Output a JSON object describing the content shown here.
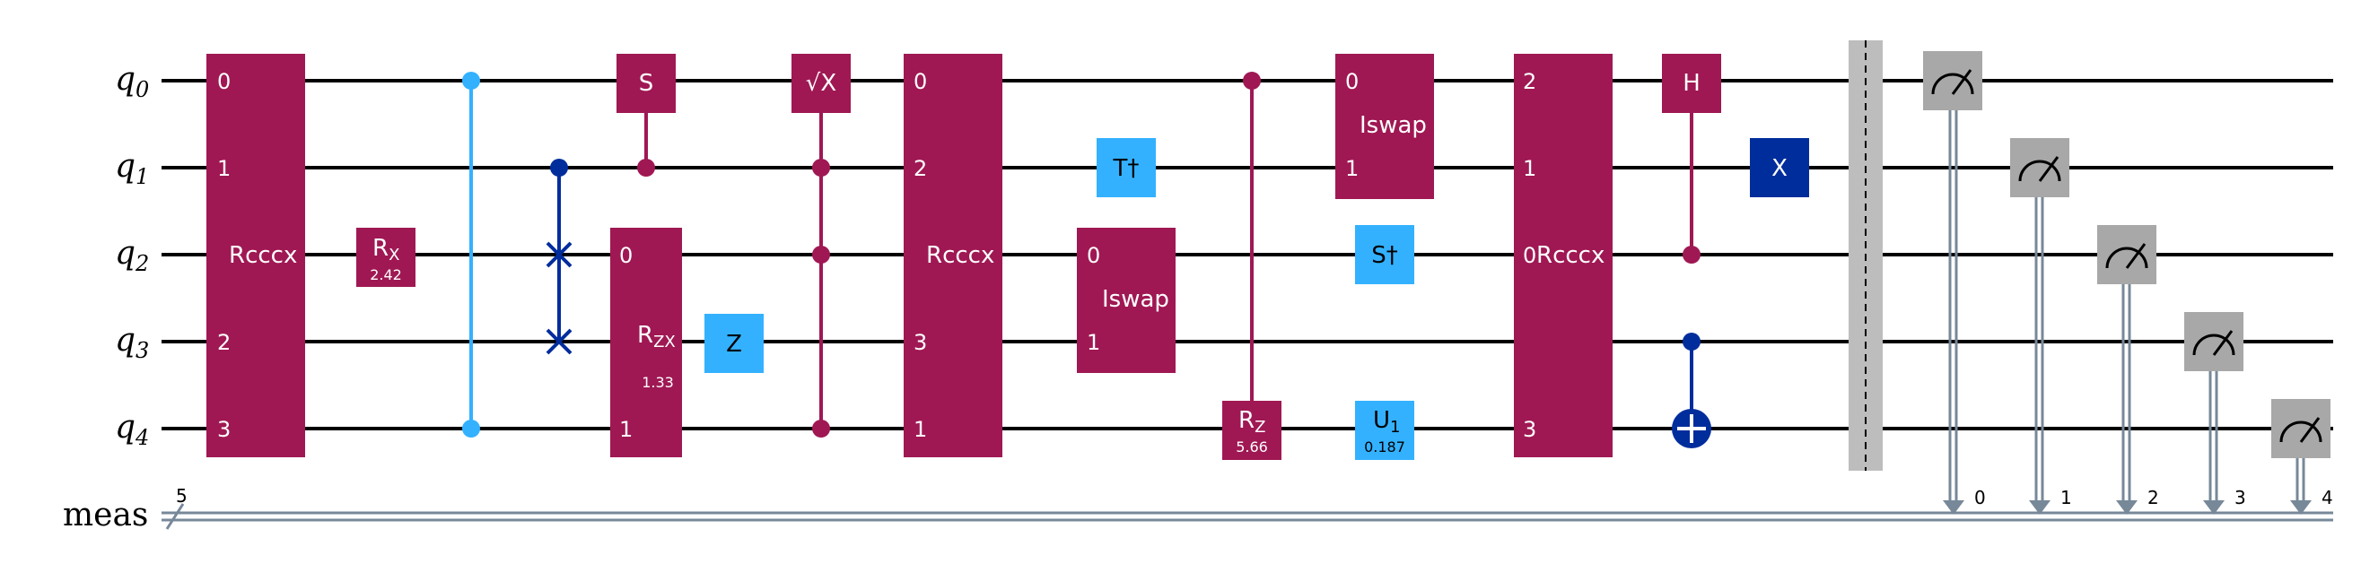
{
  "qubit_labels": [
    "q",
    "q",
    "q",
    "q",
    "q"
  ],
  "qubit_subscripts": [
    "0",
    "1",
    "2",
    "3",
    "4"
  ],
  "classical_label": "meas",
  "classical_width": "5",
  "colors": {
    "multi": "#9f1853",
    "single_light": "#33b1ff",
    "pauli": "#002d9c",
    "measure": "#a8a8a8",
    "barrier": "#bdbdbd",
    "classical": "#778899"
  },
  "gates": {
    "rcccx1": {
      "label": "Rcccx",
      "pins": [
        "0",
        "1",
        "2",
        "3"
      ]
    },
    "rx": {
      "label": "R",
      "sub": "X",
      "param": "2.42"
    },
    "s": {
      "label": "S"
    },
    "rzx": {
      "label": "R",
      "sub": "ZX",
      "param": "1.33",
      "pins": [
        "0",
        "1"
      ]
    },
    "z": {
      "label": "Z"
    },
    "sx": {
      "label": "√X"
    },
    "rcccx2": {
      "label": "Rcccx",
      "pins": [
        "0",
        "2",
        "3",
        "1"
      ]
    },
    "tdg": {
      "label": "T†"
    },
    "iswap1": {
      "label": "Iswap",
      "pins": [
        "0",
        "1"
      ]
    },
    "rz": {
      "label": "R",
      "sub": "Z",
      "param": "5.66"
    },
    "iswap2": {
      "label": "Iswap",
      "pins": [
        "0",
        "1"
      ]
    },
    "sdg": {
      "label": "S†"
    },
    "u1": {
      "label": "U",
      "sub": "1",
      "param": "0.187"
    },
    "rcccx3": {
      "label": "Rcccx",
      "pins": [
        "2",
        "1",
        "0",
        "3"
      ]
    },
    "h": {
      "label": "H"
    },
    "x": {
      "label": "X"
    }
  },
  "measure_bits": [
    "0",
    "1",
    "2",
    "3",
    "4"
  ]
}
